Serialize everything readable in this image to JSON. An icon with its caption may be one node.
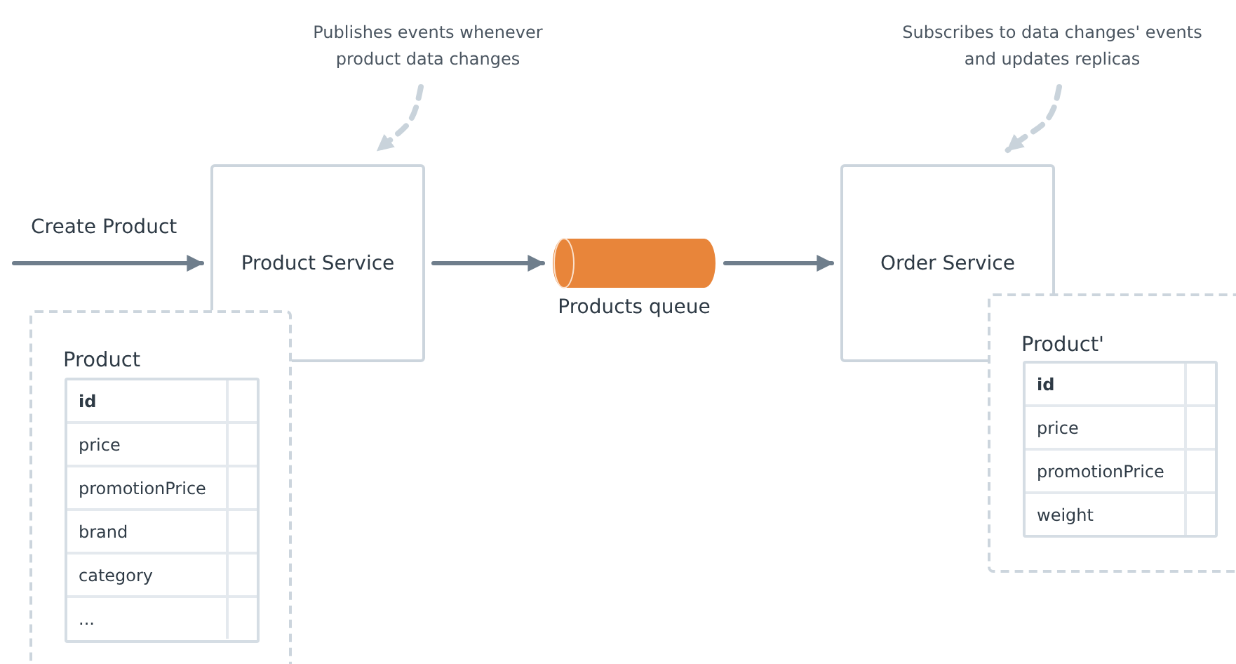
{
  "diagram": {
    "nodes": [
      {
        "text": [
          "Publishes events whenever product data changes"
        ]
      },
      {
        "text": [
          "Product Service"
        ]
      },
      {
        "text": [],
        "shape": "cylinder",
        "beside": [
          "Products queue"
        ]
      },
      {
        "text": [
          "Subscribes to data changes' events and updates replicas"
        ]
      },
      {
        "text": [
          "Order Service"
        ]
      },
      {
        "text": [
          "Product"
        ]
      },
      {
        "text": [
          "id",
          "price",
          "promotionPrice",
          "brand",
          "category",
          "..."
        ],
        "in": 5
      },
      {
        "text": [
          "Product'"
        ]
      },
      {
        "text": [
          "id",
          "price",
          "promotionPrice",
          "weight"
        ],
        "in": 7
      }
    ],
    "edges": [
      {
        "from": null,
        "to": 1,
        "arrow": "to",
        "label": "Create Product"
      },
      {
        "from": 1,
        "to": 2,
        "arrow": "to"
      },
      {
        "from": 2,
        "to": 4,
        "arrow": "to"
      },
      {
        "from": 0,
        "to": 1,
        "arrow": "to",
        "style": "dashed",
        "color": "#c9d3db"
      },
      {
        "from": 3,
        "to": 4,
        "arrow": "to",
        "style": "dashed",
        "color": "#c9d3db"
      }
    ]
  }
}
